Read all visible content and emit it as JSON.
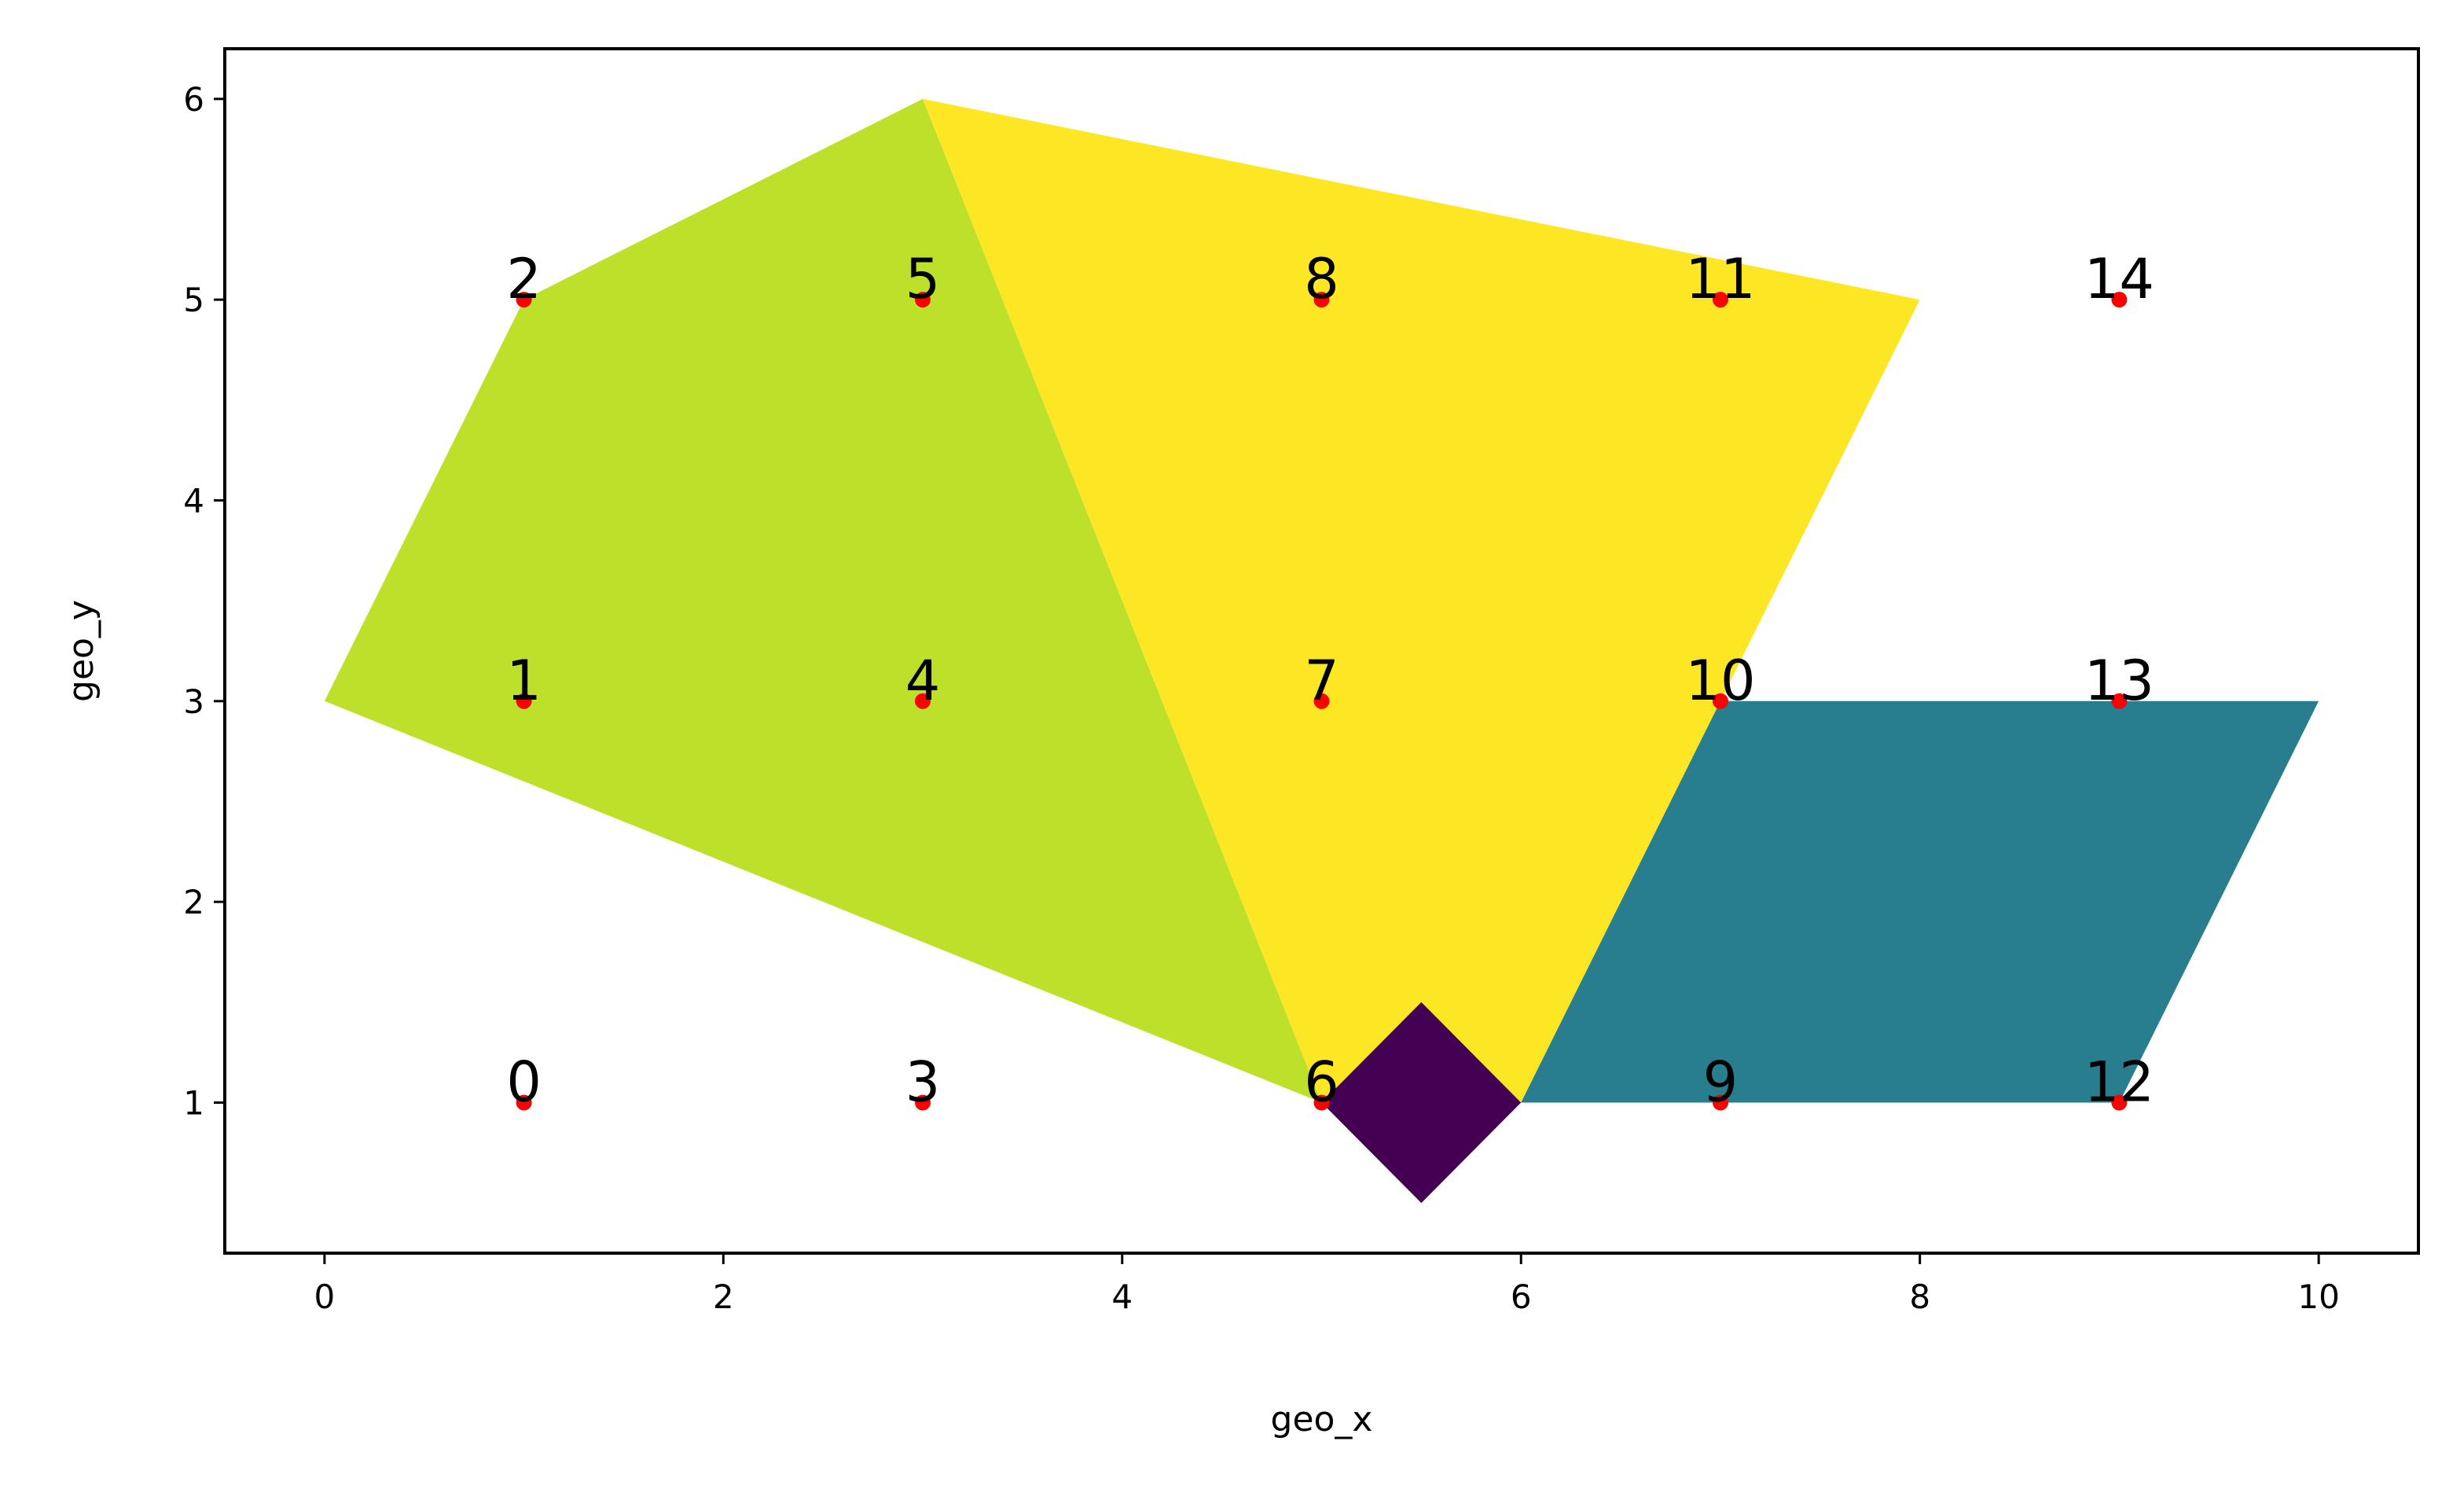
{
  "chart_data": {
    "type": "scatter",
    "title": "",
    "xlabel": "geo_x",
    "ylabel": "geo_y",
    "xlim": [
      -0.5,
      10.5
    ],
    "ylim": [
      0.25,
      6.25
    ],
    "xticks": [
      0,
      2,
      4,
      6,
      8,
      10
    ],
    "yticks": [
      1,
      2,
      3,
      4,
      5,
      6
    ],
    "grid": false,
    "legend": "none",
    "point_color": "#ff0000",
    "points": [
      {
        "label": "0",
        "x": 1,
        "y": 1
      },
      {
        "label": "1",
        "x": 1,
        "y": 3
      },
      {
        "label": "2",
        "x": 1,
        "y": 5
      },
      {
        "label": "3",
        "x": 3,
        "y": 1
      },
      {
        "label": "4",
        "x": 3,
        "y": 3
      },
      {
        "label": "5",
        "x": 3,
        "y": 5
      },
      {
        "label": "6",
        "x": 5,
        "y": 1
      },
      {
        "label": "7",
        "x": 5,
        "y": 3
      },
      {
        "label": "8",
        "x": 5,
        "y": 5
      },
      {
        "label": "9",
        "x": 7,
        "y": 1
      },
      {
        "label": "10",
        "x": 7,
        "y": 3
      },
      {
        "label": "11",
        "x": 7,
        "y": 5
      },
      {
        "label": "12",
        "x": 9,
        "y": 1
      },
      {
        "label": "13",
        "x": 9,
        "y": 3
      },
      {
        "label": "14",
        "x": 9,
        "y": 5
      }
    ],
    "polygons": [
      {
        "color": "#bde12a",
        "vertices": [
          [
            0,
            3
          ],
          [
            1,
            5
          ],
          [
            3,
            6
          ],
          [
            5,
            1
          ]
        ]
      },
      {
        "color": "#fde725",
        "vertices": [
          [
            3,
            6
          ],
          [
            8,
            5
          ],
          [
            7,
            3
          ],
          [
            6,
            1
          ],
          [
            5,
            1
          ]
        ]
      },
      {
        "color": "#287d8e",
        "vertices": [
          [
            7,
            3
          ],
          [
            10,
            3
          ],
          [
            9,
            1
          ],
          [
            6,
            1
          ]
        ]
      },
      {
        "color": "#440154",
        "vertices": [
          [
            5,
            1
          ],
          [
            5.5,
            1.5
          ],
          [
            6,
            1
          ],
          [
            5.5,
            0.5
          ]
        ]
      }
    ]
  }
}
